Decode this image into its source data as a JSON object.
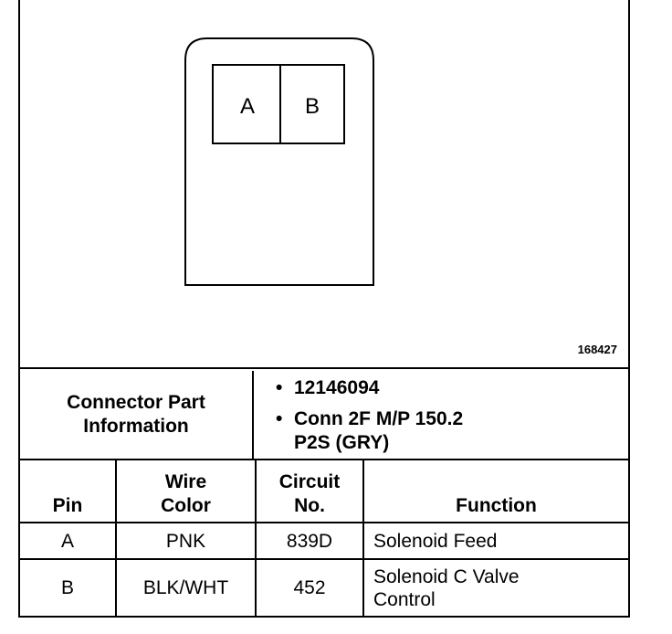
{
  "diagram": {
    "pin_labels": [
      "A",
      "B"
    ],
    "reference_number": "168427"
  },
  "connector_info": {
    "label_line1": "Connector Part",
    "label_line2": "Information",
    "items": [
      {
        "line1": "12146094",
        "line2": ""
      },
      {
        "line1": "Conn 2F M/P 150.2",
        "line2": "P2S (GRY)"
      }
    ]
  },
  "table": {
    "headers": {
      "pin": "Pin",
      "wire_color_line1": "Wire",
      "wire_color_line2": "Color",
      "circuit_line1": "Circuit",
      "circuit_line2": "No.",
      "function": "Function"
    },
    "rows": [
      {
        "pin": "A",
        "wire_color": "PNK",
        "circuit": "839D",
        "function_line1": "Solenoid Feed",
        "function_line2": ""
      },
      {
        "pin": "B",
        "wire_color": "BLK/WHT",
        "circuit": "452",
        "function_line1": "Solenoid C Valve",
        "function_line2": "Control"
      }
    ]
  }
}
